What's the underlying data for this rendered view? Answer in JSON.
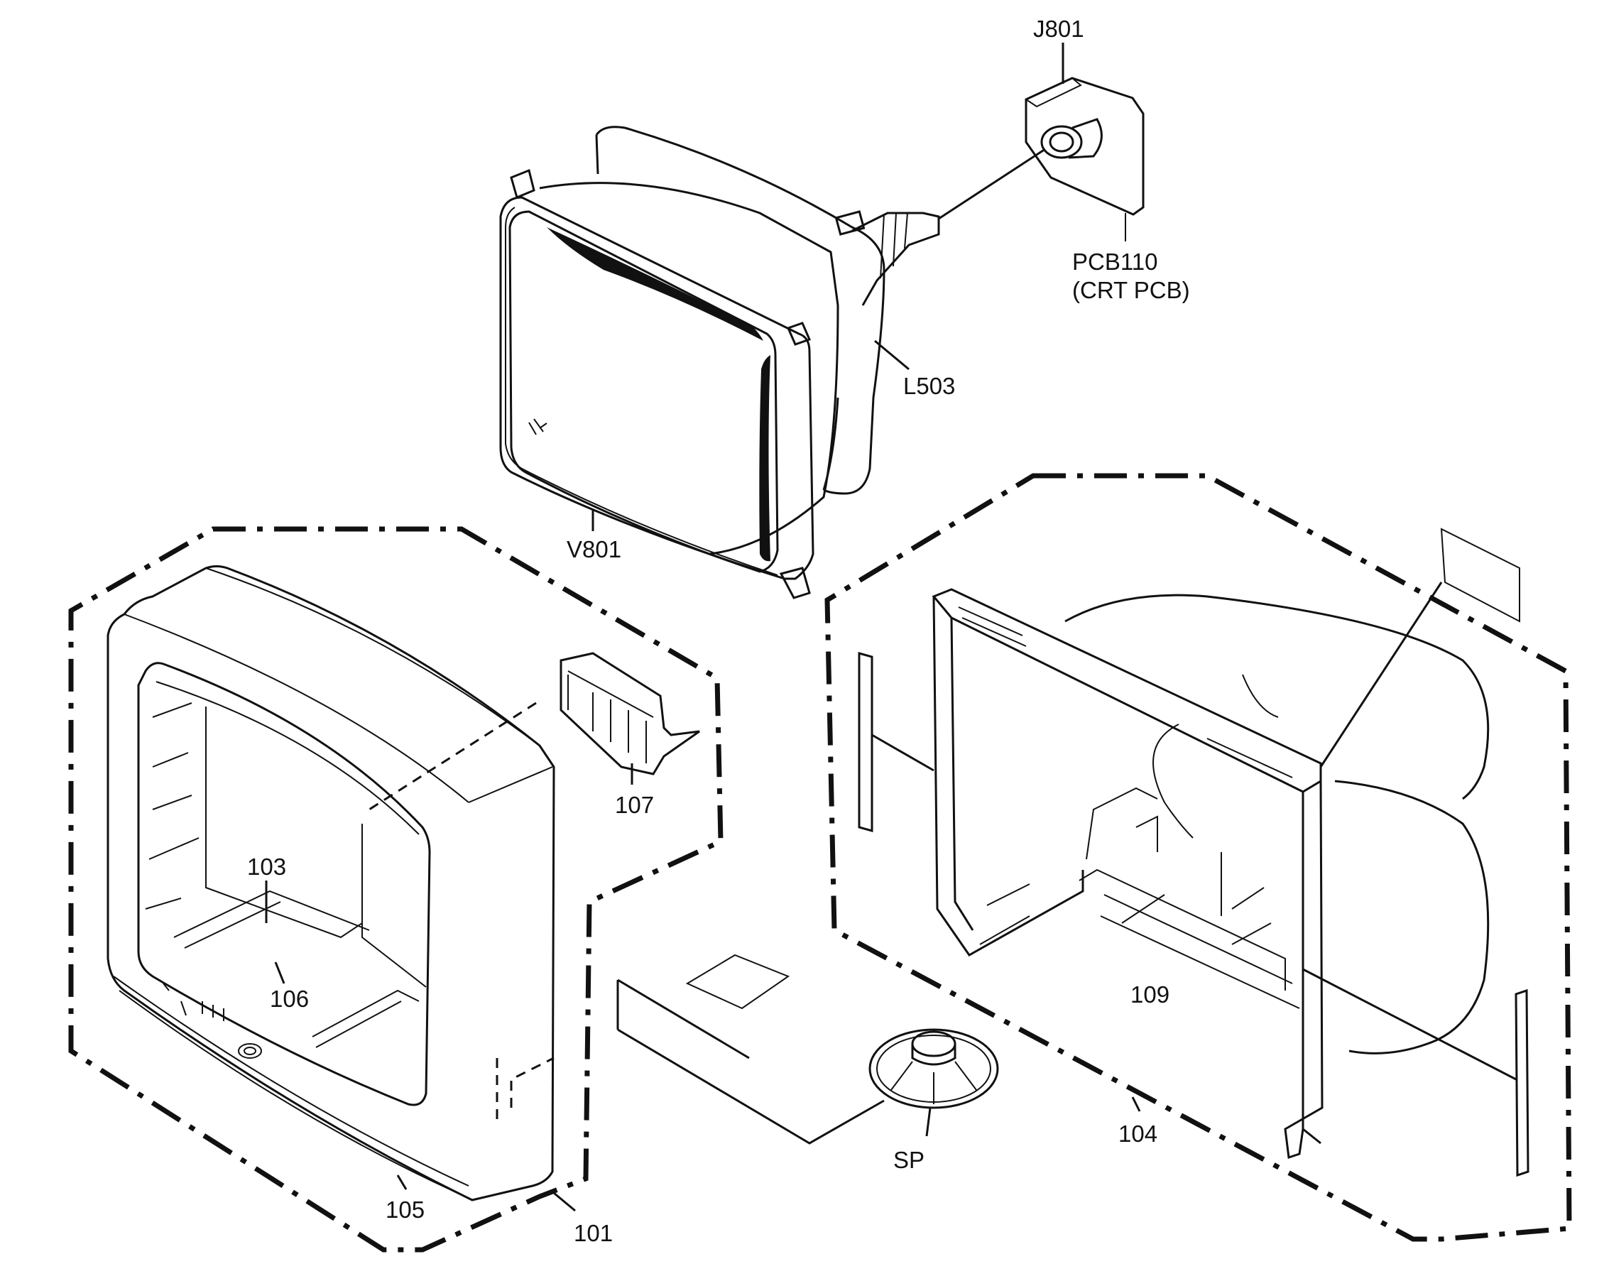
{
  "labels": {
    "j801": "J801",
    "pcb110": "PCB110",
    "crt_pcb": "(CRT PCB)",
    "l503": "L503",
    "v801": "V801",
    "l107": "107",
    "l103": "103",
    "l106": "106",
    "l105": "105",
    "l101": "101",
    "sp": "SP",
    "l109": "109",
    "l104": "104"
  },
  "colors": {
    "ink": "#111111",
    "paper": "#ffffff"
  }
}
